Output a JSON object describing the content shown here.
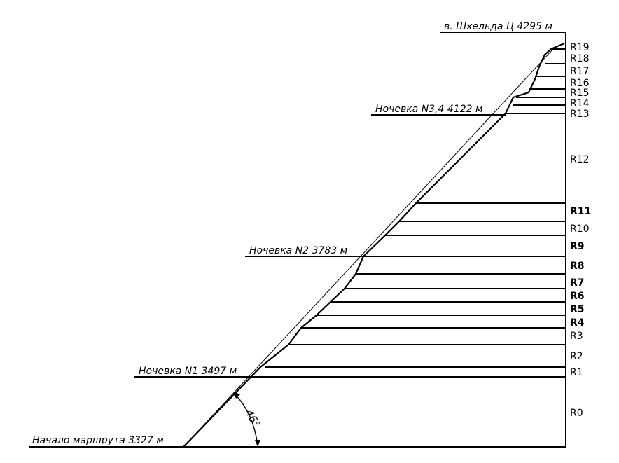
{
  "summit_label": "в. Шхельда Ц 4295 м",
  "camps": [
    {
      "label": "Ночевка N3,4 4122 м"
    },
    {
      "label": "Ночевка N2 3783 м"
    },
    {
      "label": "Ночевка N1 3497 м"
    }
  ],
  "start_label": "Начало маршрута 3327 м",
  "angle_label": "46°",
  "sections": [
    {
      "label": "R19",
      "bold": false
    },
    {
      "label": "R18",
      "bold": false
    },
    {
      "label": "R17",
      "bold": false
    },
    {
      "label": "R16",
      "bold": false
    },
    {
      "label": "R15",
      "bold": false
    },
    {
      "label": "R14",
      "bold": false
    },
    {
      "label": "R13",
      "bold": false
    },
    {
      "label": "R12",
      "bold": false
    },
    {
      "label": "R11",
      "bold": true
    },
    {
      "label": "R10",
      "bold": false
    },
    {
      "label": "R9",
      "bold": true
    },
    {
      "label": "R8",
      "bold": true
    },
    {
      "label": "R7",
      "bold": true
    },
    {
      "label": "R6",
      "bold": true
    },
    {
      "label": "R5",
      "bold": true
    },
    {
      "label": "R4",
      "bold": true
    },
    {
      "label": "R3",
      "bold": false
    },
    {
      "label": "R2",
      "bold": false
    },
    {
      "label": "R1",
      "bold": false
    },
    {
      "label": "R0",
      "bold": false
    }
  ]
}
